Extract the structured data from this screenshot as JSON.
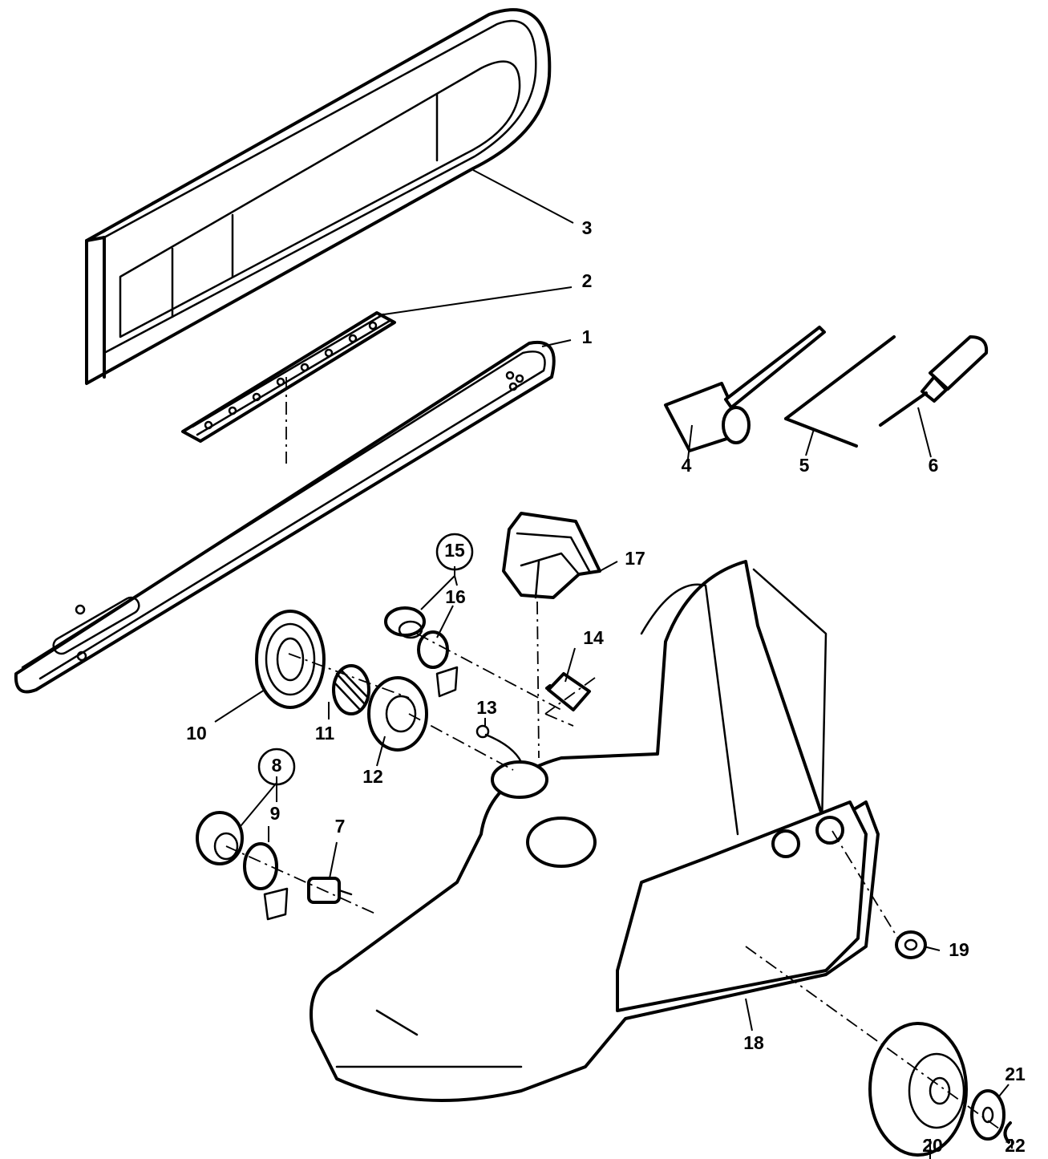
{
  "parts": [
    {
      "id": "1",
      "label": "1",
      "circled": false
    },
    {
      "id": "2",
      "label": "2",
      "circled": false
    },
    {
      "id": "3",
      "label": "3",
      "circled": false
    },
    {
      "id": "4",
      "label": "4",
      "circled": false
    },
    {
      "id": "5",
      "label": "5",
      "circled": false
    },
    {
      "id": "6",
      "label": "6",
      "circled": false
    },
    {
      "id": "7",
      "label": "7",
      "circled": false
    },
    {
      "id": "8",
      "label": "8",
      "circled": true
    },
    {
      "id": "9",
      "label": "9",
      "circled": false
    },
    {
      "id": "10",
      "label": "10",
      "circled": false
    },
    {
      "id": "11",
      "label": "11",
      "circled": false
    },
    {
      "id": "12",
      "label": "12",
      "circled": false
    },
    {
      "id": "13",
      "label": "13",
      "circled": false
    },
    {
      "id": "14",
      "label": "14",
      "circled": false
    },
    {
      "id": "15",
      "label": "15",
      "circled": true
    },
    {
      "id": "16",
      "label": "16",
      "circled": false
    },
    {
      "id": "17",
      "label": "17",
      "circled": false
    },
    {
      "id": "18",
      "label": "18",
      "circled": false
    },
    {
      "id": "19",
      "label": "19",
      "circled": false
    },
    {
      "id": "20",
      "label": "20",
      "circled": false
    },
    {
      "id": "21",
      "label": "21",
      "circled": false
    },
    {
      "id": "22",
      "label": "22",
      "circled": false
    }
  ]
}
